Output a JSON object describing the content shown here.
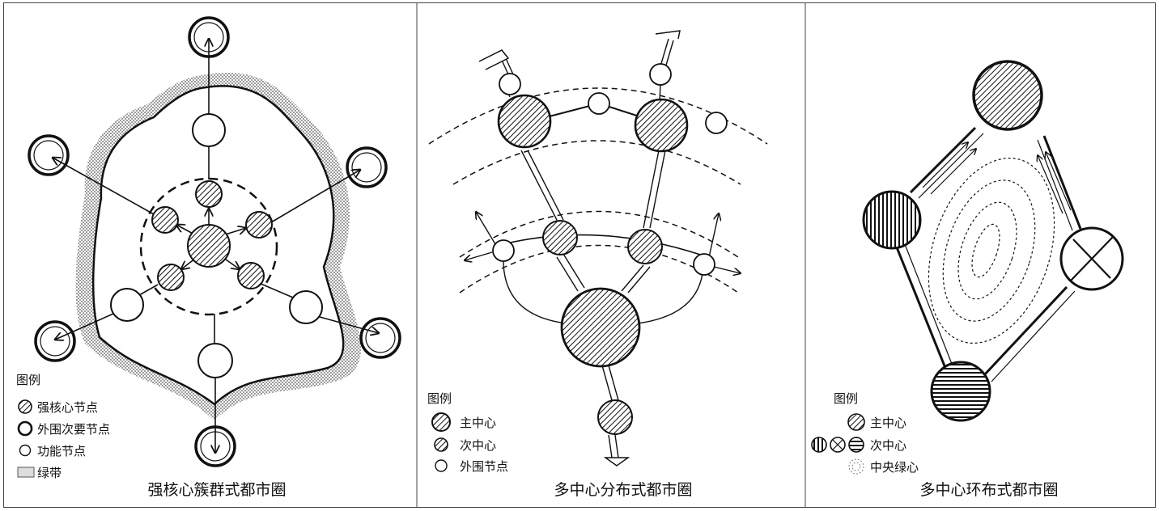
{
  "panels": [
    {
      "caption": "强核心簇群式都市圈",
      "legend": {
        "title": "图例",
        "items": [
          "强核心节点",
          "外围次要节点",
          "功能节点",
          "绿带"
        ]
      }
    },
    {
      "caption": "多中心分布式都市圈",
      "legend": {
        "title": "图例",
        "items": [
          "主中心",
          "次中心",
          "外围节点"
        ]
      }
    },
    {
      "caption": "多中心环布式都市圈",
      "legend": {
        "title": "图例",
        "items": [
          "主中心",
          "次中心",
          "中央绿心"
        ]
      }
    }
  ]
}
